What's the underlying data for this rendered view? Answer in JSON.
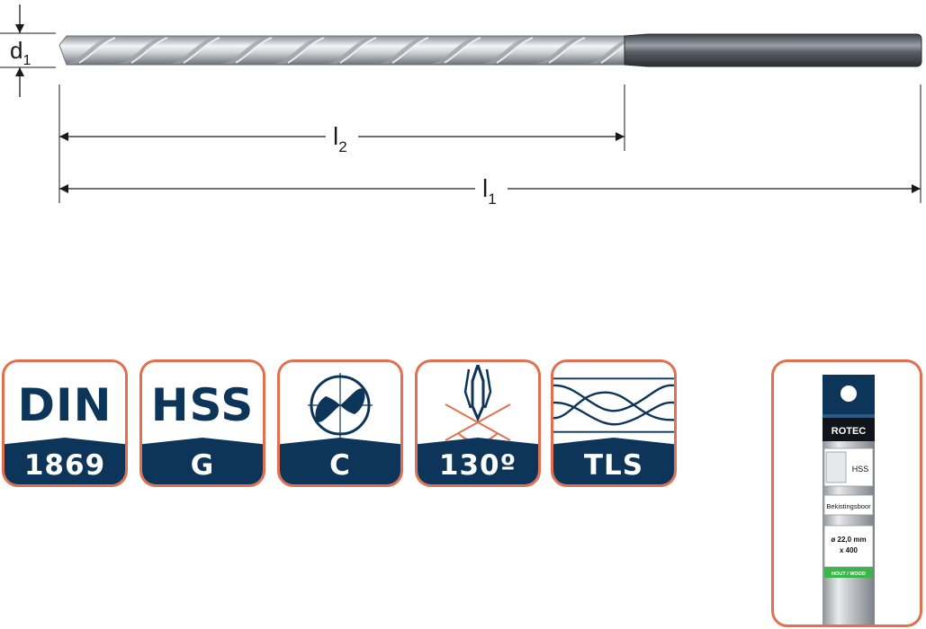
{
  "dimensions": {
    "d1": {
      "symbol": "d",
      "sub": "1"
    },
    "l2": {
      "symbol": "l",
      "sub": "2"
    },
    "l1": {
      "symbol": "l",
      "sub": "1"
    }
  },
  "badges": [
    {
      "id": "din",
      "top": "DIN",
      "bottom": "1869"
    },
    {
      "id": "hss",
      "top": "HSS",
      "bottom": "G"
    },
    {
      "id": "core",
      "icon": "drill-cross-section-icon",
      "bottom": "C"
    },
    {
      "id": "angle",
      "icon": "point-angle-icon",
      "bottom": "130º"
    },
    {
      "id": "shank",
      "icon": "flute-icon",
      "bottom": "TLS"
    }
  ],
  "package": {
    "brand": "ROTEC",
    "material": "HSS",
    "product": "Bekistingsboor",
    "size_line1": "ø 22,0 mm",
    "size_line2": "x 400",
    "usage": "HOUT / WOOD"
  },
  "colors": {
    "navy": "#0d3459",
    "accent_border": "#e2704e",
    "usage_green": "#39b54a"
  }
}
